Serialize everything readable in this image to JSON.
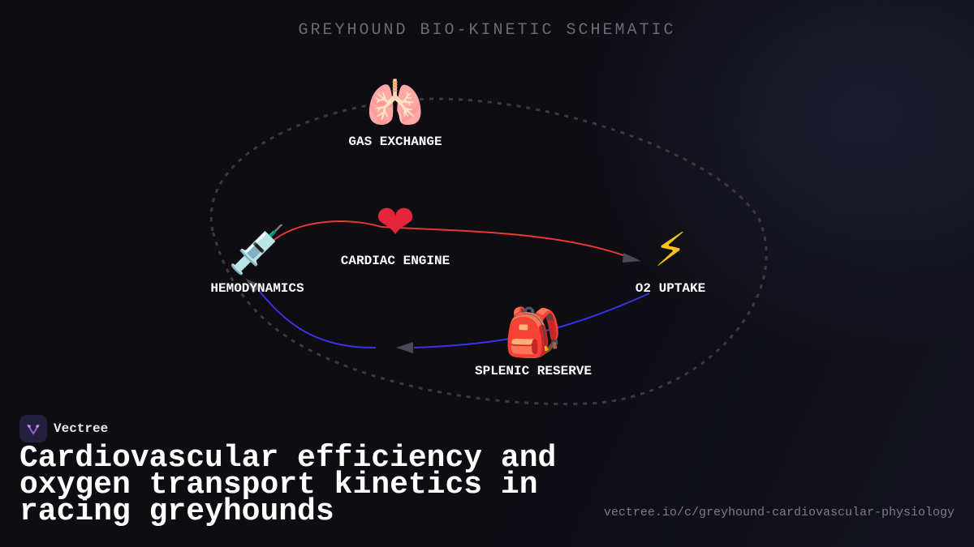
{
  "diagram": {
    "title": "GREYHOUND BIO-KINETIC SCHEMATIC",
    "nodes": [
      {
        "id": "gas-exchange",
        "icon": "lungs-icon",
        "glyph": "🫁",
        "label": "GAS EXCHANGE"
      },
      {
        "id": "cardiac-engine",
        "icon": "heart-icon",
        "glyph": "❤",
        "label": "CARDIAC ENGINE"
      },
      {
        "id": "hemodynamics",
        "icon": "syringe-icon",
        "glyph": "💉",
        "label": "HEMODYNAMICS"
      },
      {
        "id": "o2-uptake",
        "icon": "lightning-icon",
        "glyph": "⚡",
        "label": "O2 UPTAKE"
      },
      {
        "id": "splenic-reserve",
        "icon": "backpack-icon",
        "glyph": "🎒",
        "label": "SPLENIC RESERVE"
      }
    ],
    "edges": [
      {
        "from": "hemodynamics",
        "to": "o2-uptake",
        "via": "cardiac-engine",
        "color": "#e53935"
      },
      {
        "from": "o2-uptake",
        "to": "hemodynamics",
        "via": "splenic-reserve",
        "color": "#3a33e6"
      }
    ],
    "colors": {
      "arrow": "#4a4a50",
      "orbit": "#3a3a40"
    }
  },
  "brand": {
    "name": "Vectree",
    "logo_color": "#9b59d0"
  },
  "headline": "Cardiovascular efficiency and oxygen transport kinetics in racing greyhounds",
  "url": "vectree.io/c/greyhound-cardiovascular-physiology"
}
